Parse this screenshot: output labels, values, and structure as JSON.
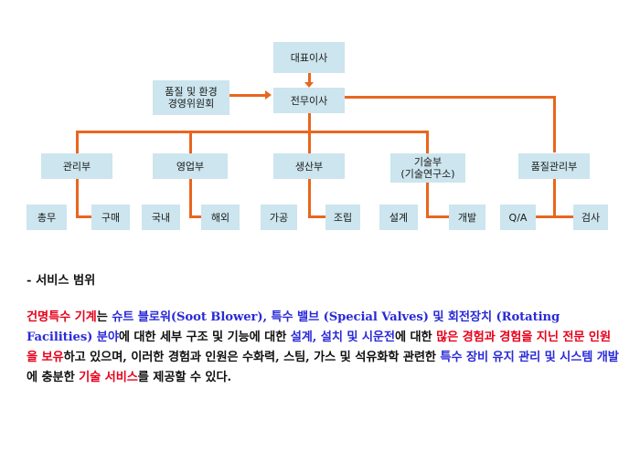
{
  "org_chart": {
    "ceo": "대표이사",
    "managing_director": "전무이사",
    "committee": [
      "품질 및 환경",
      "경영위원회"
    ],
    "departments": {
      "management": "관리부",
      "sales": "영업부",
      "production": "생산부",
      "technical": [
        "기술부",
        "(기술연구소)"
      ],
      "quality": "품질관리부"
    },
    "teams": {
      "general_affairs": "총무",
      "purchasing": "구매",
      "domestic": "국내",
      "overseas": "해외",
      "machining": "가공",
      "assembly": "조립",
      "design": "설계",
      "development": "개발",
      "qa": "Q/A",
      "inspection": "검사"
    }
  },
  "services": {
    "heading": "- 서비스 범위",
    "segments": [
      {
        "text": "건명특수 기계",
        "color": "red"
      },
      {
        "text": "는 ",
        "color": "black"
      },
      {
        "text": "슈트 블로워(Soot Blower), 특수 밸브 (Special Valves) 및 회전장치 (Rotating Facilities) 분야",
        "color": "blue"
      },
      {
        "text": "에 대한 세부 구조 및 기능에 대한 ",
        "color": "black"
      },
      {
        "text": "설계, 설치 및 시운전",
        "color": "blue"
      },
      {
        "text": "에 대한 ",
        "color": "black"
      },
      {
        "text": "많은 경험과 경험을 지닌 전문 인원을 보유",
        "color": "red"
      },
      {
        "text": "하고 있으며,  이러한 경험과 인원은 수화력, 스팀, 가스 및 석유화학 관련한 ",
        "color": "black"
      },
      {
        "text": "특수 장비 유지 관리 및 시스템 개발",
        "color": "blue"
      },
      {
        "text": "에 충분한 ",
        "color": "black"
      },
      {
        "text": "기술 서비스",
        "color": "red"
      },
      {
        "text": "를 제공할 수 있다.",
        "color": "black"
      }
    ]
  },
  "colors": {
    "box_fill": "#cce5ee",
    "connector": "#e8661f",
    "highlight_red": "#e8001a",
    "highlight_blue": "#2a2ad8"
  }
}
